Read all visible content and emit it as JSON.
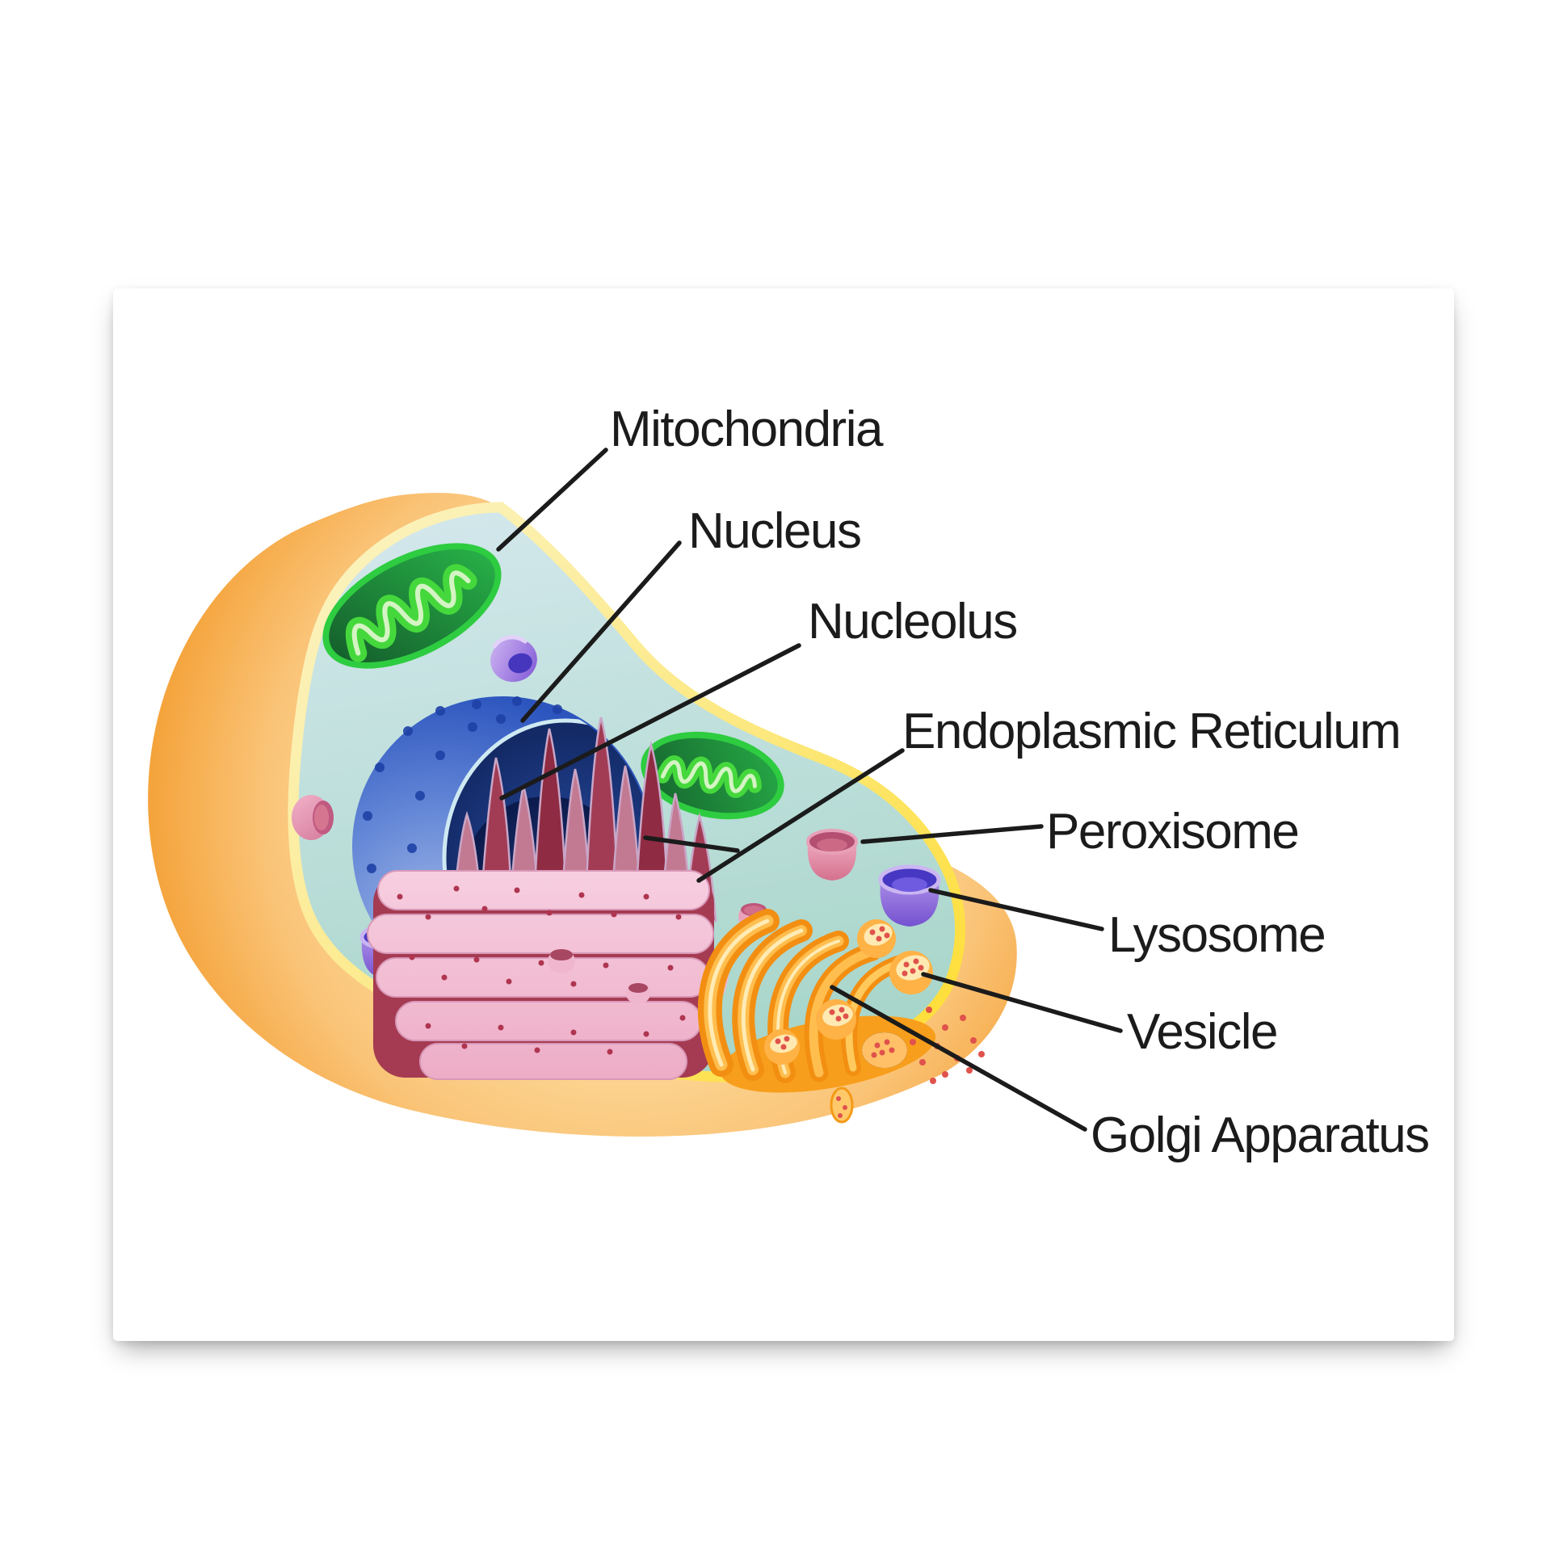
{
  "labels": [
    {
      "id": "mitochondria",
      "text": "Mitochondria",
      "target": "mitochondrion"
    },
    {
      "id": "nucleus",
      "text": "Nucleus",
      "target": "nucleus"
    },
    {
      "id": "nucleolus",
      "text": "Nucleolus",
      "target": "nucleolus"
    },
    {
      "id": "endoplasmic-reticulum",
      "text": "Endoplasmic Reticulum",
      "target": "endoplasmic-reticulum"
    },
    {
      "id": "peroxisome",
      "text": "Peroxisome",
      "target": "peroxisome"
    },
    {
      "id": "lysosome",
      "text": "Lysosome",
      "target": "lysosome"
    },
    {
      "id": "vesicle",
      "text": "Vesicle",
      "target": "vesicle"
    },
    {
      "id": "golgi-apparatus",
      "text": "Golgi Apparatus",
      "target": "golgi-apparatus"
    }
  ],
  "colors": {
    "background": "#ffffff",
    "label_text": "#1b1b1b",
    "leader_line": "#1b1b1b",
    "membrane_orange": "#f6a93c",
    "membrane_rim_yellow": "#ffe14d",
    "cytoplasm_teal": "#bcdcd9",
    "mitochondria_green": "#2ecc40",
    "nucleus_blue": "#3a64c8",
    "nucleolus_navy": "#0d2260",
    "er_pink": "#f2b8cc",
    "er_maroon": "#a63a52",
    "golgi_orange": "#f89c1f",
    "lysosome_purple": "#8a66d8",
    "peroxisome_pink": "#d97d9a",
    "vesicle_dot_red": "#e2554f"
  }
}
